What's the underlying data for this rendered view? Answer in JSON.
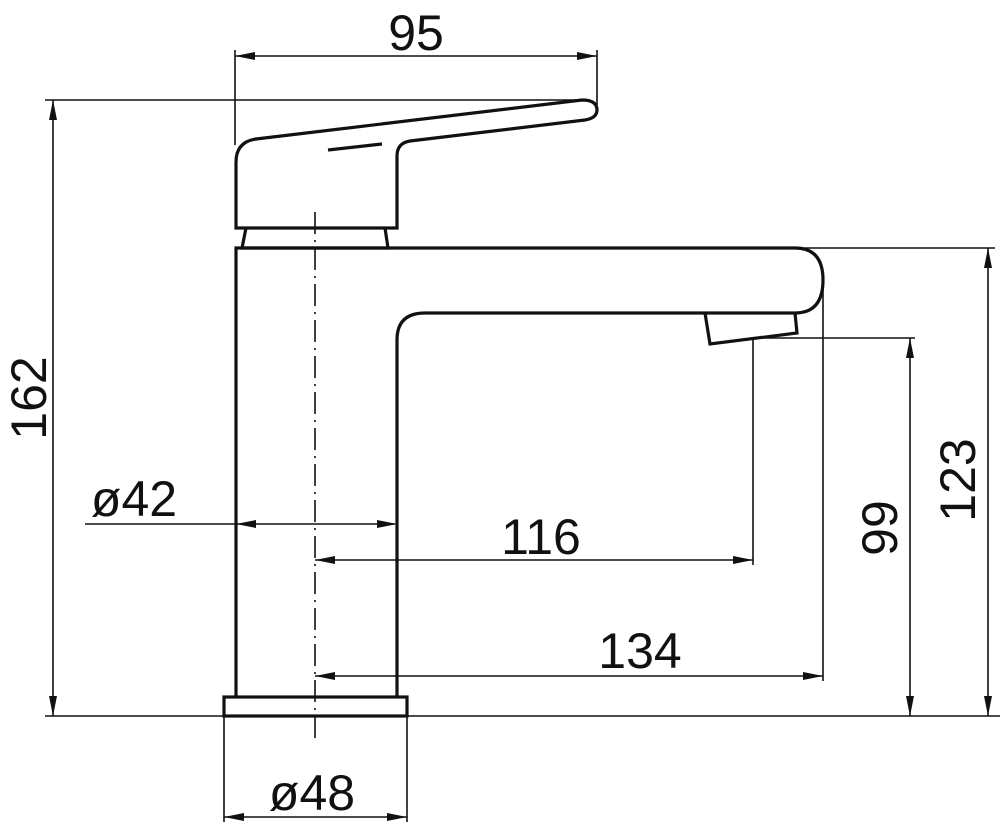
{
  "diagram": {
    "type": "technical-drawing",
    "subject": "basin mixer tap side elevation",
    "units": "mm",
    "dimensions": {
      "handle_width": "95",
      "overall_height": "162",
      "spout_height": "123",
      "outlet_height": "99",
      "body_diameter": "ø42",
      "base_diameter": "ø48",
      "outlet_reach": "116",
      "spout_reach": "134"
    },
    "colors": {
      "line": "#111111",
      "background": "#ffffff"
    }
  }
}
